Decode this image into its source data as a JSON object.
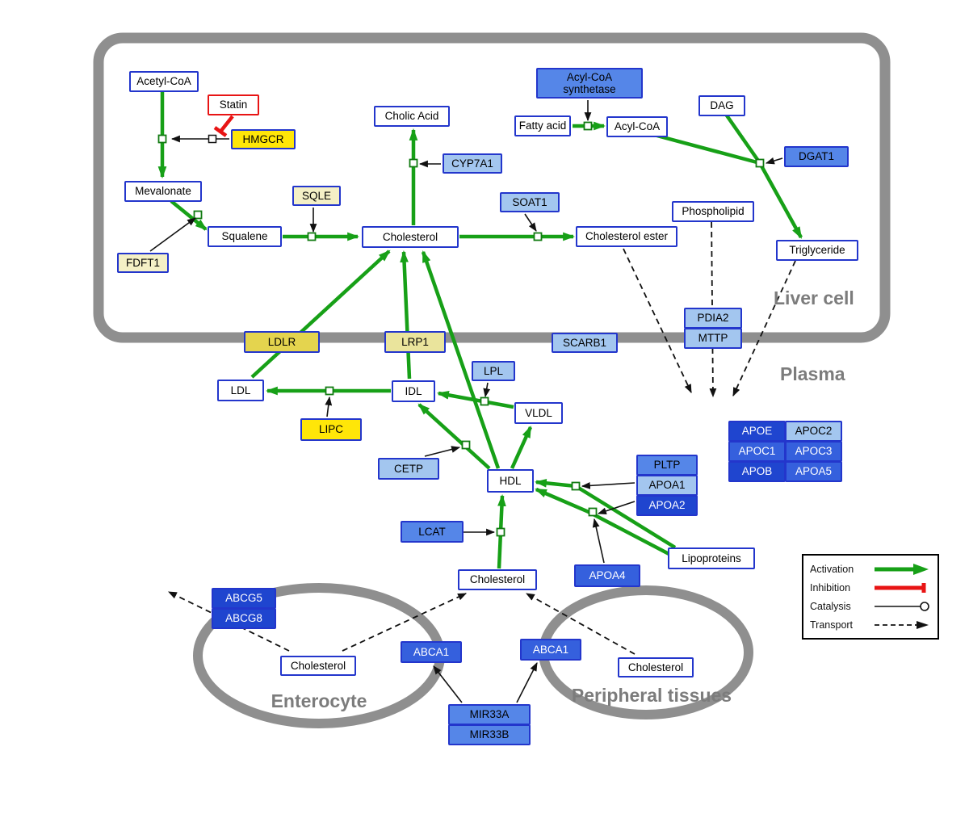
{
  "colors": {
    "activation_green": "#17a017",
    "inhibition_red": "#e81414",
    "node_border_blue": "#2336cc",
    "membrane_gray": "#8f8f8f",
    "gene_yellow": "#ffe608",
    "gene_blue_dark": "#1f45cf",
    "gene_blue_light": "#a3c6ef"
  },
  "regions": {
    "liver": "Liver cell",
    "plasma": "Plasma",
    "enterocyte": "Enterocyte",
    "peripheral": "Peripheral tissues"
  },
  "legend": {
    "activation": "Activation",
    "inhibition": "Inhibition",
    "catalysis": "Catalysis",
    "transport": "Transport"
  },
  "nodes": {
    "acetyl_coa": "Acetyl-CoA",
    "statin": "Statin",
    "hmgcr": "HMGCR",
    "mevalonate": "Mevalonate",
    "cholic_acid": "Cholic Acid",
    "cyp7a1": "CYP7A1",
    "acyl_coa_synthetase": "Acyl-CoA synthetase",
    "fatty_acid": "Fatty acid",
    "acyl_coa": "Acyl-CoA",
    "dag": "DAG",
    "dgat1": "DGAT1",
    "sqle": "SQLE",
    "squalene": "Squalene",
    "fdft1": "FDFT1",
    "cholesterol_liver": "Cholesterol",
    "soat1": "SOAT1",
    "cholesterol_ester": "Cholesterol ester",
    "phospholipid": "Phospholipid",
    "triglyceride": "Triglyceride",
    "ldlr": "LDLR",
    "lrp1": "LRP1",
    "scarb1": "SCARB1",
    "pdia2": "PDIA2",
    "mttp": "MTTP",
    "ldl": "LDL",
    "idl": "IDL",
    "lpl": "LPL",
    "vldl": "VLDL",
    "lipc": "LIPC",
    "cetp": "CETP",
    "hdl": "HDL",
    "pltp": "PLTP",
    "apoa1": "APOA1",
    "apoa2": "APOA2",
    "apoe": "APOE",
    "apoc2": "APOC2",
    "apoc1": "APOC1",
    "apoc3": "APOC3",
    "apob": "APOB",
    "apoa5": "APOA5",
    "lcat": "LCAT",
    "apoa4": "APOA4",
    "lipoproteins": "Lipoproteins",
    "cholesterol_plasma": "Cholesterol",
    "abcg5": "ABCG5",
    "abcg8": "ABCG8",
    "cholesterol_enterocyte": "Cholesterol",
    "abca1_enterocyte": "ABCA1",
    "abca1_peripheral": "ABCA1",
    "cholesterol_peripheral": "Cholesterol",
    "mir33a": "MIR33A",
    "mir33b": "MIR33B"
  }
}
